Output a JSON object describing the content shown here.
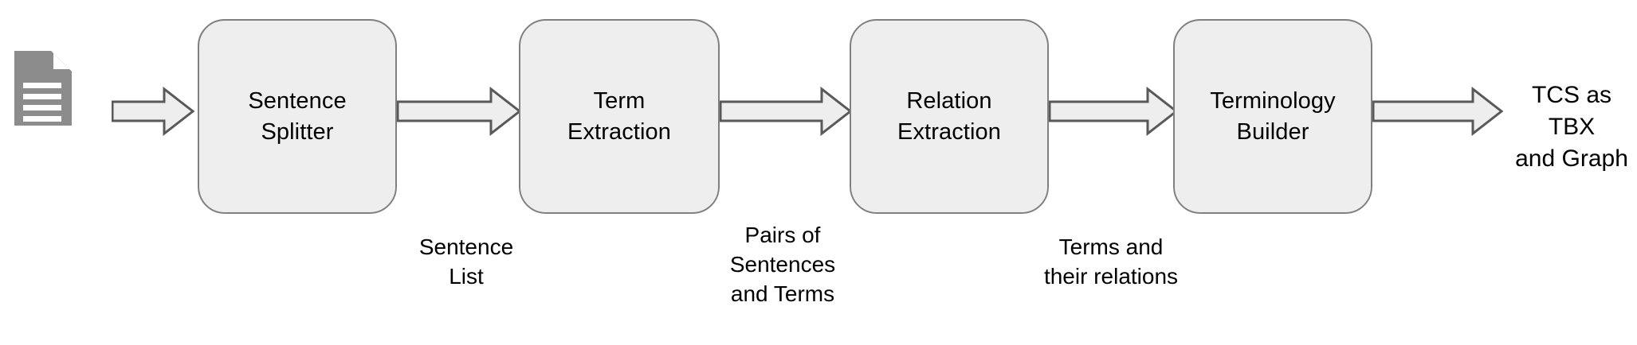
{
  "diagram": {
    "title_present": false,
    "background_color": "#ffffff",
    "box_fill": "#eeeeee",
    "box_border": "#808080",
    "arrow_fill": "#eeeeee",
    "arrow_border": "#595959",
    "icon_color": "#8c8c8c",
    "text_color": "#000000"
  },
  "source": {
    "icon": "document-icon",
    "icon_line_count": 4
  },
  "nodes": [
    {
      "id": "sentence-splitter",
      "label": "Sentence\nSplitter"
    },
    {
      "id": "term-extraction",
      "label": "Term\nExtraction"
    },
    {
      "id": "relation-extraction",
      "label": "Relation\nExtraction"
    },
    {
      "id": "terminology-builder",
      "label": "Terminology\nBuilder"
    }
  ],
  "edges": [
    {
      "id": "doc-to-splitter",
      "label": ""
    },
    {
      "id": "splitter-to-term",
      "label": "Sentence\nList"
    },
    {
      "id": "term-to-relation",
      "label": "Pairs of\nSentences\nand Terms"
    },
    {
      "id": "relation-to-terminology",
      "label": "Terms  and\ntheir relations"
    },
    {
      "id": "terminology-to-output",
      "label": ""
    }
  ],
  "output": {
    "label": "TCS as TBX\nand Graph"
  }
}
